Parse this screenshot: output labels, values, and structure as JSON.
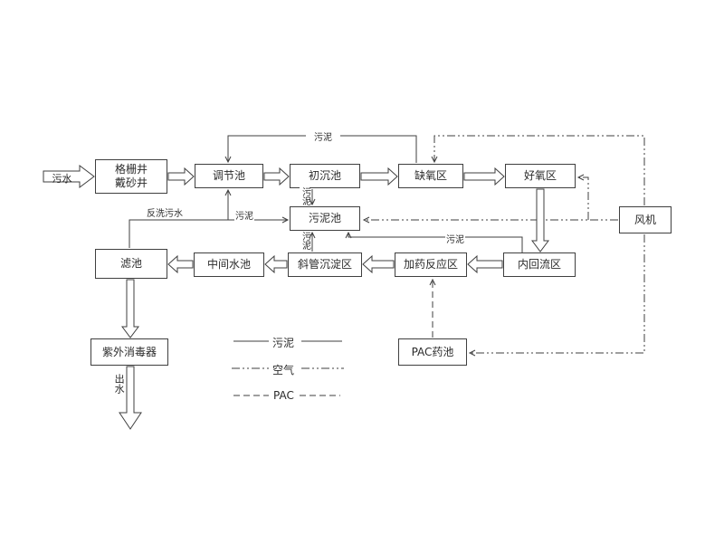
{
  "diagram": {
    "nodes": {
      "inlet_arrow": "污水",
      "grit_well": "格栅井\n戴砂井",
      "regulation_tank": "调节池",
      "primary_sedimentation_tank": "初沉池",
      "anoxic_zone": "缺氧区",
      "aerobic_zone": "好氧区",
      "blower": "风机",
      "sludge_tank": "污泥池",
      "internal_reflux_zone": "内回流区",
      "dosing_reaction_zone": "加药反应区",
      "inclined_tube_settling_zone": "斜管沉淀区",
      "intermediate_tank": "中间水池",
      "filter_tank": "滤池",
      "uv_disinfector": "紫外消毒器",
      "pac_tank": "PAC药池"
    },
    "edge_labels": {
      "sludge_return_top": "污泥",
      "sludge_primary_to_tank": "污泥",
      "sludge_settler_to_tank": "污泥",
      "sludge_regulation_to_tank": "污泥",
      "backwash_water": "反洗污水",
      "sludge_reflux_to_tank": "污泥",
      "outlet": "出水"
    },
    "legend": {
      "sludge": "污泥",
      "air": "空气",
      "pac": "PAC"
    }
  },
  "colors": {
    "line": "#3f3f3f",
    "background": "#ffffff"
  }
}
